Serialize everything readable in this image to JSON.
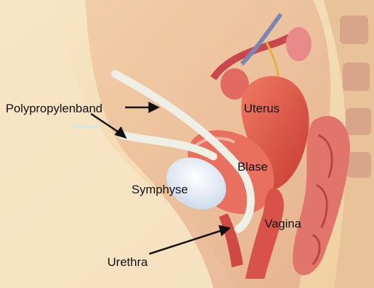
{
  "labels": {
    "polypropylenband": "Polypropylenband",
    "uterus": "Uterus",
    "blase": "Blase",
    "symphyse": "Symphyse",
    "vagina": "Vagina",
    "urethra": "Urethra"
  },
  "colors": {
    "background": "#f6e9cf",
    "skin": "#f2d6ad",
    "tissue_red": "#d94b3e",
    "tissue_pink": "#e9857b",
    "bone": "#eaf0f7",
    "band": "#eef0e6"
  }
}
